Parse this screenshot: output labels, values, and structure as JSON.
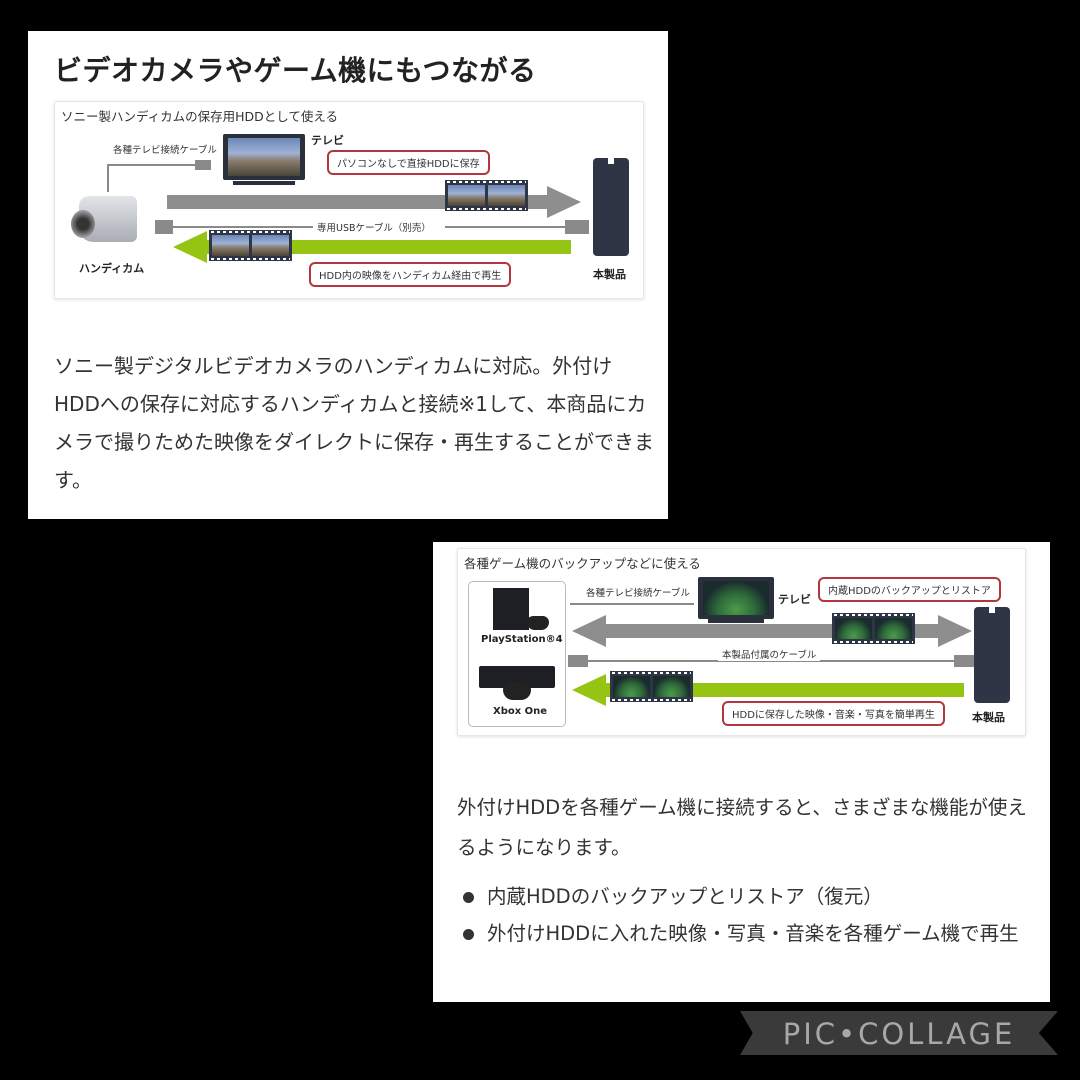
{
  "card1": {
    "heading": "ビデオカメラやゲーム機にもつながる",
    "diagram": {
      "title": "ソニー製ハンディカムの保存用HDDとして使える",
      "tv_cable_label": "各種テレビ接続ケーブル",
      "tv_label": "テレビ",
      "callout_save": "パソコンなしで直接HDDに保存",
      "usb_cable_label": "専用USBケーブル（別売）",
      "callout_play": "HDD内の映像をハンディカム経由で再生",
      "camera_label": "ハンディカム",
      "product_label": "本製品"
    },
    "paragraph": "ソニー製デジタルビデオカメラのハンディカムに対応。外付けHDDへの保存に対応するハンディカムと接続※1して、本商品にカメラで撮りためた映像をダイレクトに保存・再生することができます。"
  },
  "card2": {
    "diagram": {
      "title": "各種ゲーム機のバックアップなどに使える",
      "tv_cable_label": "各種テレビ接続ケーブル",
      "tv_label": "テレビ",
      "callout_backup": "内蔵HDDのバックアップとリストア",
      "cable_label": "本製品付属のケーブル",
      "callout_play": "HDDに保存した映像・音楽・写真を簡単再生",
      "ps4_label": "PlayStation®4",
      "xbox_label": "Xbox One",
      "product_label": "本製品"
    },
    "paragraph": "外付けHDDを各種ゲーム機に接続すると、さまざまな機能が使えるようになります。",
    "bullets": [
      "内蔵HDDのバックアップとリストア（復元）",
      "外付けHDDに入れた映像・写真・音楽を各種ゲーム機で再生"
    ]
  },
  "colors": {
    "green_arrow": "#95c413",
    "gray_arrow": "#8e8e8e",
    "callout_border": "#b1363e",
    "device": "#2e3646"
  },
  "watermark": "PIC•COLLAGE"
}
